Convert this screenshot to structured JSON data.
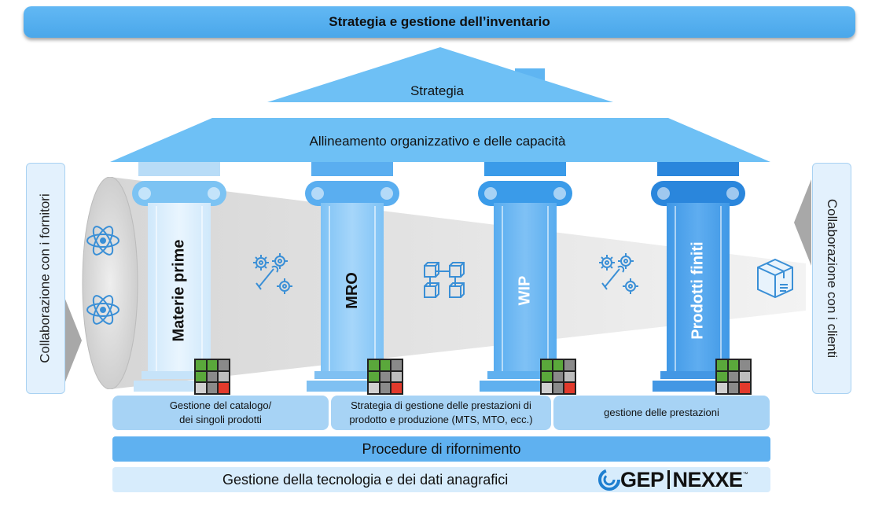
{
  "title": "Strategia e gestione dell’inventario",
  "roof": {
    "strategy": "Strategia",
    "alignment": "Allineamento organizzativo e delle capacità"
  },
  "side": {
    "left": "Collaborazione con i fornitori",
    "right": "Collaborazione con i clienti"
  },
  "pillars": [
    {
      "label": "Materie prime"
    },
    {
      "label": "MRO"
    },
    {
      "label": "WIP"
    },
    {
      "label": "Prodotti finiti"
    }
  ],
  "processes": [
    {
      "line1": "Gestione del catalogo/",
      "line2": "dei singoli prodotti"
    },
    {
      "line1": "Strategia di gestione delle prestazioni di",
      "line2": "prodotto e produzione (MTS, MTO, ecc.)"
    },
    {
      "line1": "gestione delle prestazioni",
      "line2": ""
    }
  ],
  "replenishment": "Procedure di rifornimento",
  "technology": "Gestione della tecnologia e dei dati anagrafici",
  "logo": {
    "brand": "GEP",
    "product": "NEXXE",
    "tm": "™"
  },
  "icons": {
    "left_top": "atom-icon",
    "left_bottom": "atom-icon",
    "flow_1": "gears-wrench-icon",
    "flow_2": "network-blocks-icon",
    "flow_3": "gears-wrench-icon",
    "right": "package-box-icon"
  },
  "colors": {
    "accent": "#4aa7ea",
    "icon": "#3a8fd6",
    "grid_green": "#5aa83b",
    "grid_gray": "#8a8a8a",
    "grid_red": "#e23a2c"
  }
}
